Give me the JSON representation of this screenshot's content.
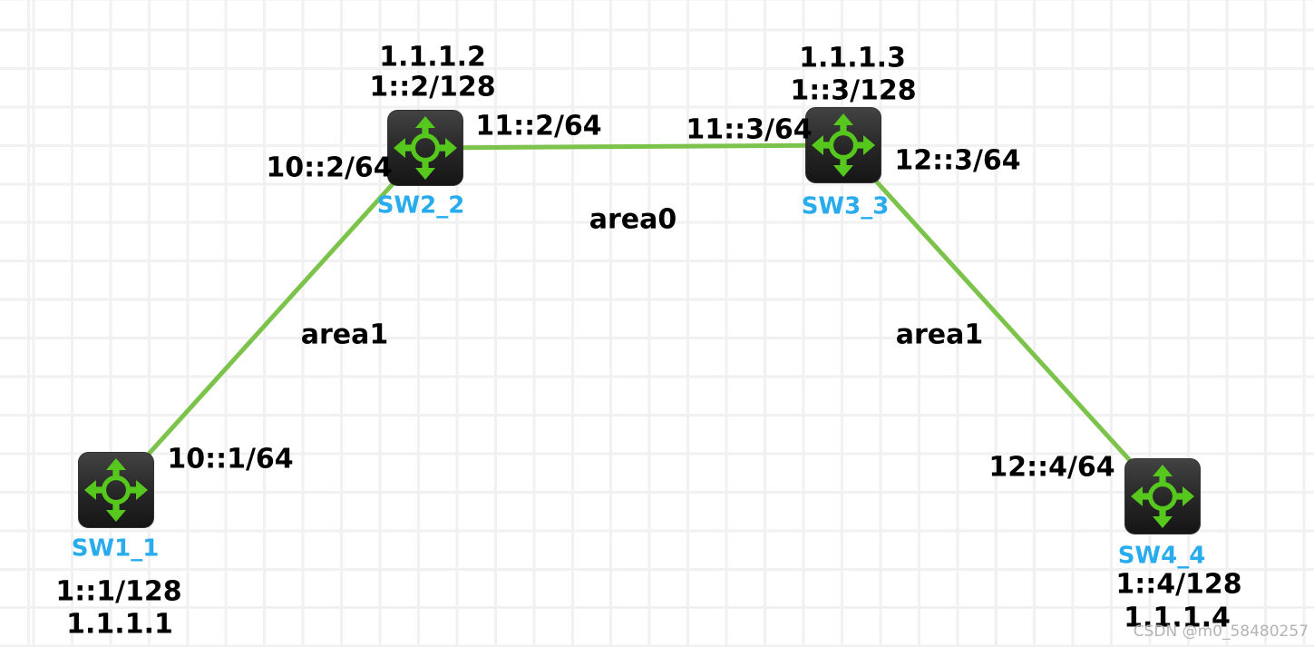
{
  "diagram": {
    "type": "network-topology",
    "watermark": "CSDN @m0_58480257"
  },
  "colors": {
    "background": "#ffffff",
    "grid_line": "#f1f1f1",
    "link": "#7bc34b",
    "icon_glyph_green": "#55c71d",
    "icon_body_dark": "#232323",
    "node_name": "#28acee",
    "label_text": "#000000",
    "watermark": "#b4b4b4"
  },
  "devices": [
    {
      "name": "SW1_1",
      "icon": "multilayer-switch-icon",
      "ipv6_loopback": "1::1/128",
      "ipv4_loopback": "1.1.1.1"
    },
    {
      "name": "SW2_2",
      "icon": "multilayer-switch-icon",
      "ipv6_loopback": "1::2/128",
      "ipv4_loopback": "1.1.1.2"
    },
    {
      "name": "SW3_3",
      "icon": "multilayer-switch-icon",
      "ipv6_loopback": "1::3/128",
      "ipv4_loopback": "1.1.1.3"
    },
    {
      "name": "SW4_4",
      "icon": "multilayer-switch-icon",
      "ipv6_loopback": "1::4/128",
      "ipv4_loopback": "1.1.1.4"
    }
  ],
  "links": [
    {
      "from": "SW1_1",
      "to": "SW2_2",
      "area": "area1",
      "interface_from": "10::1/64",
      "interface_to": "10::2/64"
    },
    {
      "from": "SW2_2",
      "to": "SW3_3",
      "area": "area0",
      "interface_from": "11::2/64",
      "interface_to": "11::3/64"
    },
    {
      "from": "SW3_3",
      "to": "SW4_4",
      "area": "area1",
      "interface_from": "12::3/64",
      "interface_to": "12::4/64"
    }
  ]
}
